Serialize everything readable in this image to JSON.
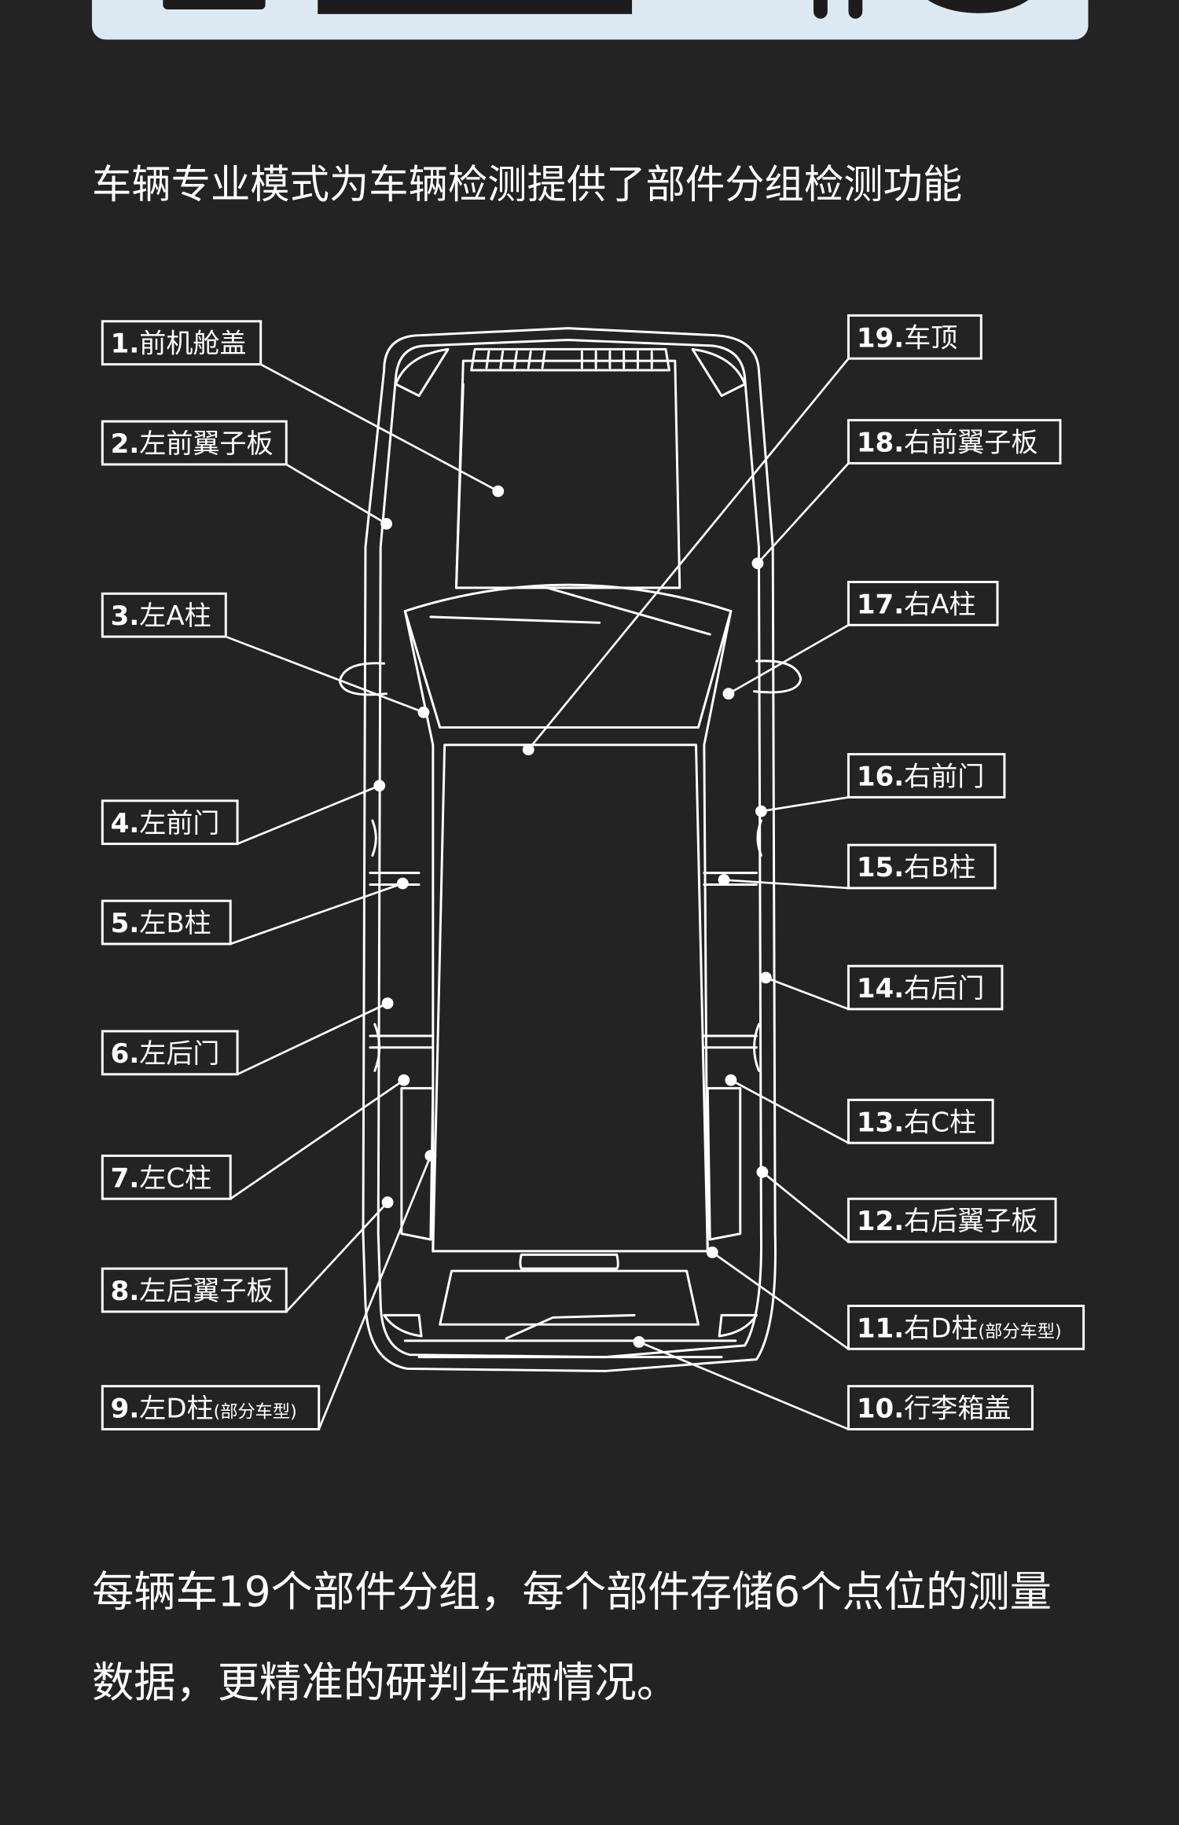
{
  "intro": "车辆专业模式为车辆检测提供了部件分组检测功能",
  "parts": [
    {
      "num": "1.",
      "name": "前机舱盖",
      "note": ""
    },
    {
      "num": "2.",
      "name": "左前翼子板",
      "note": ""
    },
    {
      "num": "3.",
      "name": "左A柱",
      "note": ""
    },
    {
      "num": "4.",
      "name": "左前门",
      "note": ""
    },
    {
      "num": "5.",
      "name": "左B柱",
      "note": ""
    },
    {
      "num": "6.",
      "name": "左后门",
      "note": ""
    },
    {
      "num": "7.",
      "name": "左C柱",
      "note": ""
    },
    {
      "num": "8.",
      "name": "左后翼子板",
      "note": ""
    },
    {
      "num": "9.",
      "name": "左D柱",
      "note": "(部分车型)"
    },
    {
      "num": "10.",
      "name": "行李箱盖",
      "note": ""
    },
    {
      "num": "11.",
      "name": "右D柱",
      "note": "(部分车型)"
    },
    {
      "num": "12.",
      "name": "右后翼子板",
      "note": ""
    },
    {
      "num": "13.",
      "name": "右C柱",
      "note": ""
    },
    {
      "num": "14.",
      "name": "右后门",
      "note": ""
    },
    {
      "num": "15.",
      "name": "右B柱",
      "note": ""
    },
    {
      "num": "16.",
      "name": "右前门",
      "note": ""
    },
    {
      "num": "17.",
      "name": "右A柱",
      "note": ""
    },
    {
      "num": "18.",
      "name": "右前翼子板",
      "note": ""
    },
    {
      "num": "19.",
      "name": "车顶",
      "note": ""
    }
  ],
  "summary_line1": "每辆车19个部件分组，每个部件存储6个点位的测量",
  "summary_line2": "数据，更精准的研判车辆情况。",
  "colors": {
    "background": "#232323",
    "line": "#ffffff",
    "text": "#ffffff",
    "top_banner": "#dde9f2"
  }
}
